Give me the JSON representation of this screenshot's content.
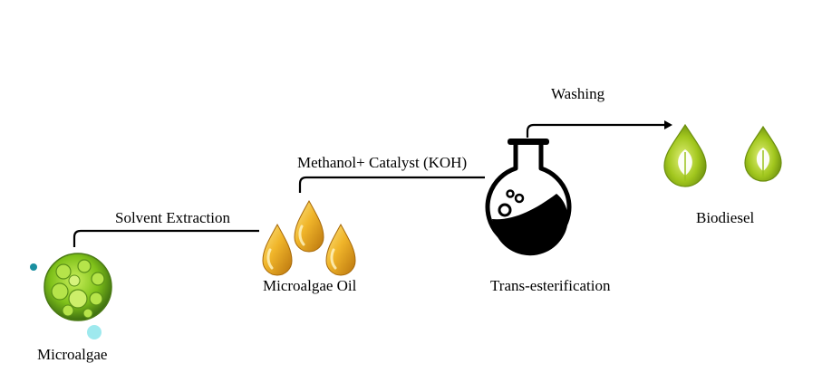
{
  "diagram": {
    "nodes": {
      "microalgae": "Microalgae",
      "oil": "Microalgae Oil",
      "trans": "Trans-esterification",
      "biodiesel": "Biodiesel"
    },
    "steps": {
      "solvent": "Solvent Extraction",
      "methanol": "Methanol+ Catalyst (KOH)",
      "washing": "Washing"
    }
  },
  "colors": {
    "algae_green": "#7fc11a",
    "oil_gold": "#e8a91e",
    "biodiesel_green": "#9ac21c",
    "flask_black": "#000000",
    "cyan_dot": "#9ee9ee",
    "teal_dot": "#1a8fa0"
  }
}
